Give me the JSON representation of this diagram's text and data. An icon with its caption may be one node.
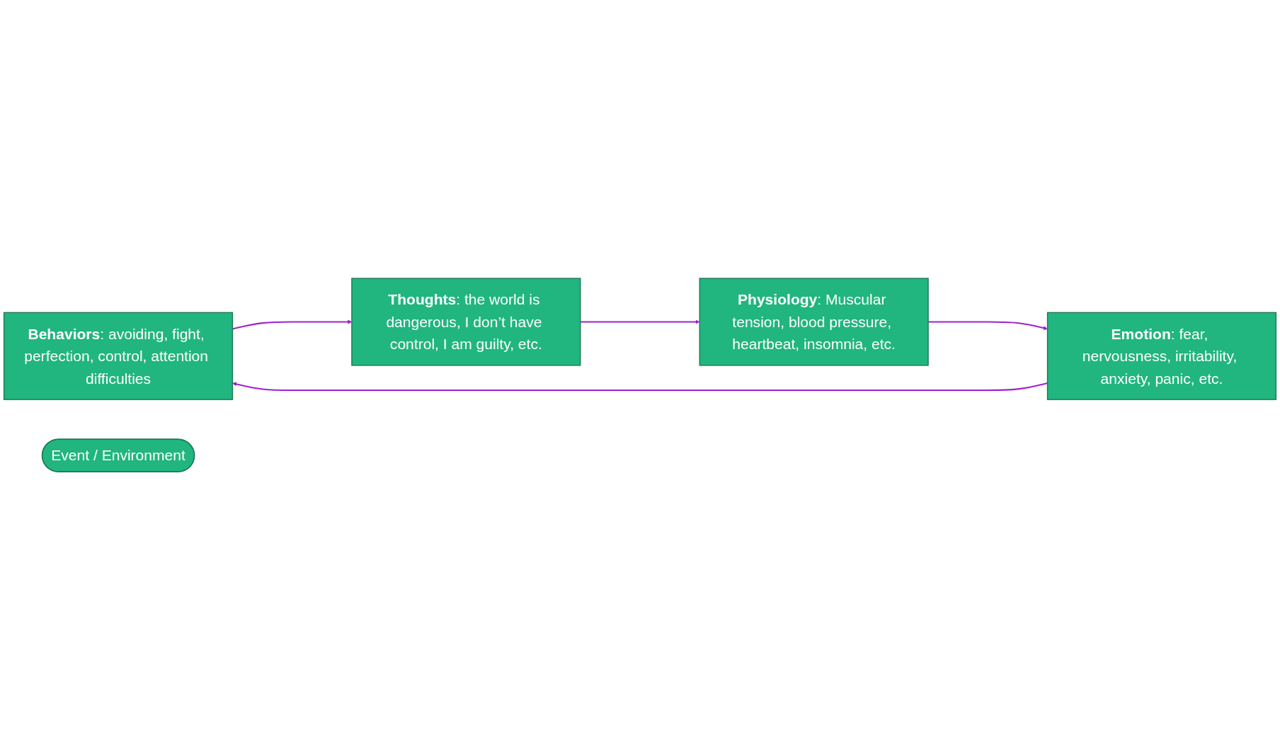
{
  "diagram": {
    "nodes": [
      {
        "text": [
          "**Behaviors**: avoiding, fight, perfection, control, attention difficulties"
        ]
      },
      {
        "text": [
          "**Thoughts**: the world is dangerous, I don’t have control, I am guilty, etc."
        ]
      },
      {
        "text": [
          "Event / Environment"
        ]
      },
      {
        "text": [
          "**Emotion**: fear, nervousness, irritability, anxiety, panic, etc."
        ]
      },
      {
        "text": [
          "**Physiology**: Muscular tension, blood pressure, heartbeat, insomnia, etc."
        ]
      }
    ],
    "edges": [
      {
        "from": 0,
        "to": 1,
        "arrow": "to"
      },
      {
        "from": 1,
        "to": 4,
        "arrow": "to"
      },
      {
        "from": 4,
        "to": 3,
        "arrow": "to"
      },
      {
        "from": 3,
        "to": 0,
        "arrow": "to"
      }
    ]
  }
}
